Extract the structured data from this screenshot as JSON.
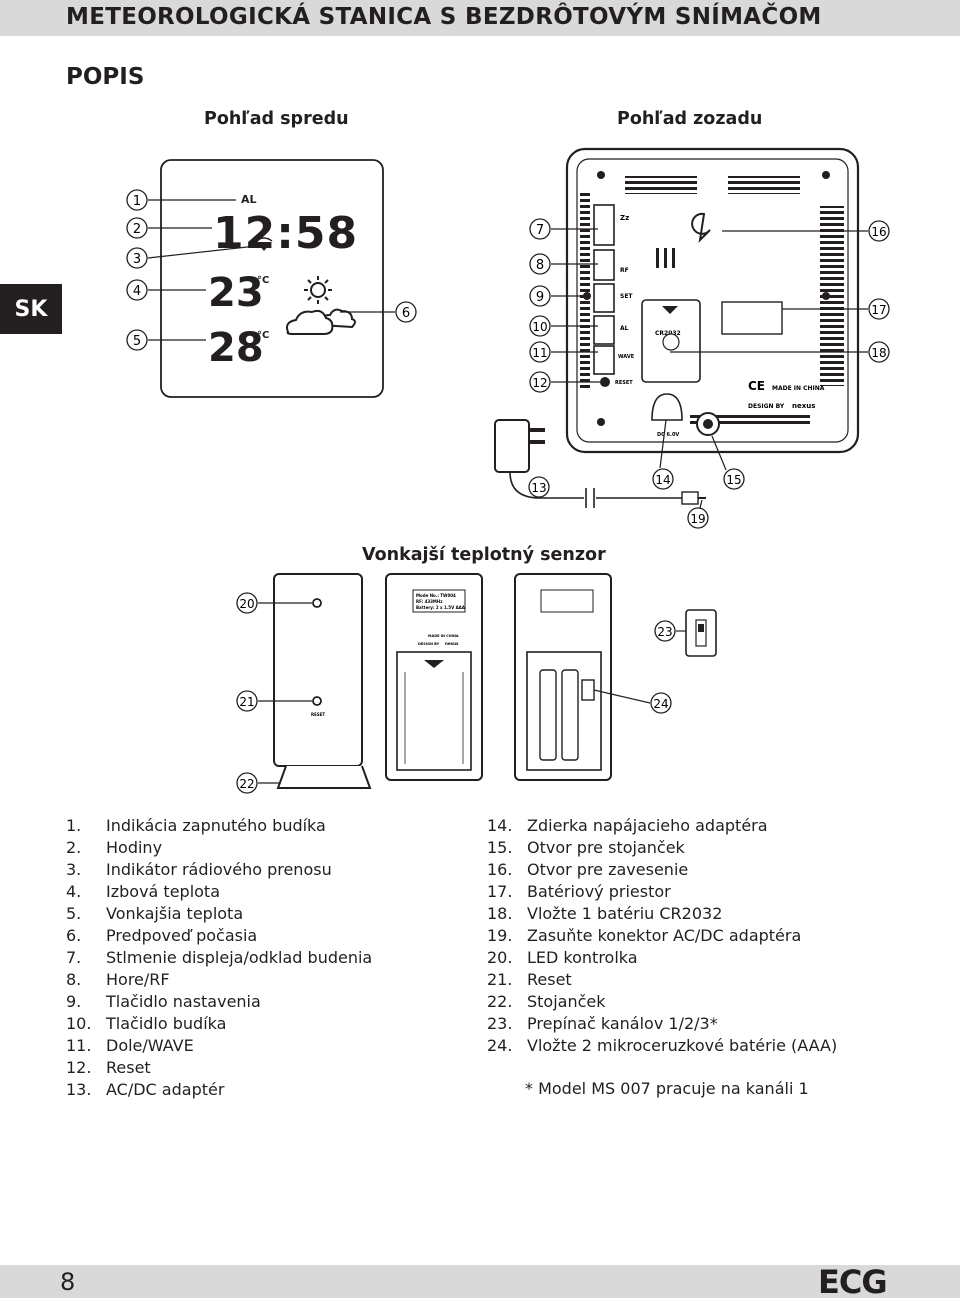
{
  "header": {
    "title": "METEOROLOGICKÁ STANICA S BEZDRÔTOVÝM SNÍMAČOM"
  },
  "language_tab": "SK",
  "section_title": "POPIS",
  "views": {
    "front": "Pohľad spredu",
    "back": "Pohľad zozadu",
    "sensor": "Vonkajší teplotný senzor"
  },
  "display": {
    "alarm_indicator": "AL",
    "time": "12:58",
    "indoor_temp": "23",
    "outdoor_temp": "28",
    "unit": "°C"
  },
  "back_labels": {
    "buttons": [
      "Zz",
      "RF",
      "SET",
      "AL",
      "WAVE"
    ],
    "reset": "RESET",
    "battery": "CR2032",
    "made_in": "MADE IN CHINA",
    "design_by": "DESIGN BY",
    "brand_logo": "nexus",
    "dc": "DC 6.0V",
    "ce": "CE"
  },
  "sensor_labels": {
    "reset": "RESET",
    "model": "Mode No.: TW004",
    "rf": "RF: 433MHz",
    "battery": "Battery: 2 x 1.5V AAA",
    "made_in": "MADE IN CHINA",
    "design_by": "DESIGN BY",
    "brand_logo": "nexus"
  },
  "callouts": [
    "1",
    "2",
    "3",
    "4",
    "5",
    "6",
    "7",
    "8",
    "9",
    "10",
    "11",
    "12",
    "13",
    "14",
    "15",
    "16",
    "17",
    "18",
    "19",
    "20",
    "21",
    "22",
    "23",
    "24"
  ],
  "legend_left": [
    {
      "num": "1.",
      "text": "Indikácia zapnutého budíka"
    },
    {
      "num": "2.",
      "text": "Hodiny"
    },
    {
      "num": "3.",
      "text": "Indikátor rádiového prenosu"
    },
    {
      "num": "4.",
      "text": "Izbová teplota"
    },
    {
      "num": "5.",
      "text": "Vonkajšia teplota"
    },
    {
      "num": "6.",
      "text": "Predpoveď počasia"
    },
    {
      "num": "7.",
      "text": "Stlmenie displeja/odklad budenia"
    },
    {
      "num": "8.",
      "text": "Hore/RF"
    },
    {
      "num": "9.",
      "text": "Tlačidlo nastavenia"
    },
    {
      "num": "10.",
      "text": "Tlačidlo budíka"
    },
    {
      "num": "11.",
      "text": "Dole/WAVE"
    },
    {
      "num": "12.",
      "text": "Reset"
    },
    {
      "num": "13.",
      "text": "AC/DC adaptér"
    }
  ],
  "legend_right": [
    {
      "num": "14.",
      "text": "Zdierka napájacieho adaptéra"
    },
    {
      "num": "15.",
      "text": "Otvor pre stojanček"
    },
    {
      "num": "16.",
      "text": "Otvor pre zavesenie"
    },
    {
      "num": "17.",
      "text": "Batériový priestor"
    },
    {
      "num": "18.",
      "text": "Vložte 1 batériu CR2032"
    },
    {
      "num": "19.",
      "text": "Zasuňte konektor AC/DC adaptéra"
    },
    {
      "num": "20.",
      "text": "LED kontrolka"
    },
    {
      "num": "21.",
      "text": "Reset"
    },
    {
      "num": "22.",
      "text": "Stojanček"
    },
    {
      "num": "23.",
      "text": "Prepínač kanálov 1/2/3*"
    },
    {
      "num": "24.",
      "text": "Vložte 2 mikroceruzkové batérie (AAA)"
    }
  ],
  "footnote": "* Model MS 007 pracuje na kanáli 1",
  "footer": {
    "page_number": "8",
    "brand": "ECG"
  }
}
